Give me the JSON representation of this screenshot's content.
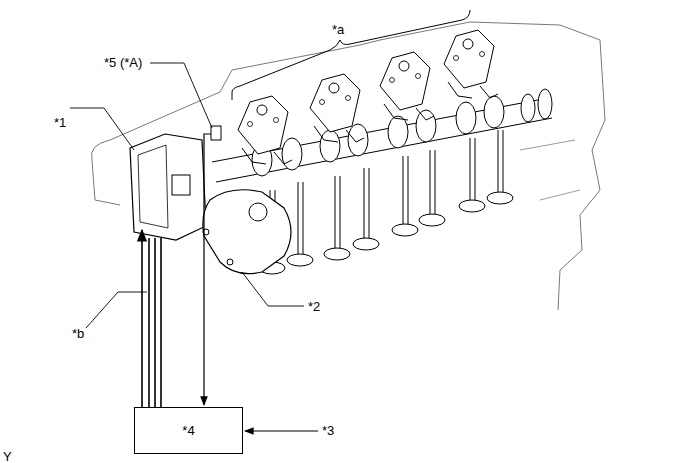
{
  "diagram": {
    "nodes": [
      {
        "text": [
          "*4"
        ]
      }
    ],
    "labels": [
      "*a",
      "*5 (*A)",
      "*1",
      "*2",
      "*b",
      "*3",
      "Y"
    ]
  }
}
